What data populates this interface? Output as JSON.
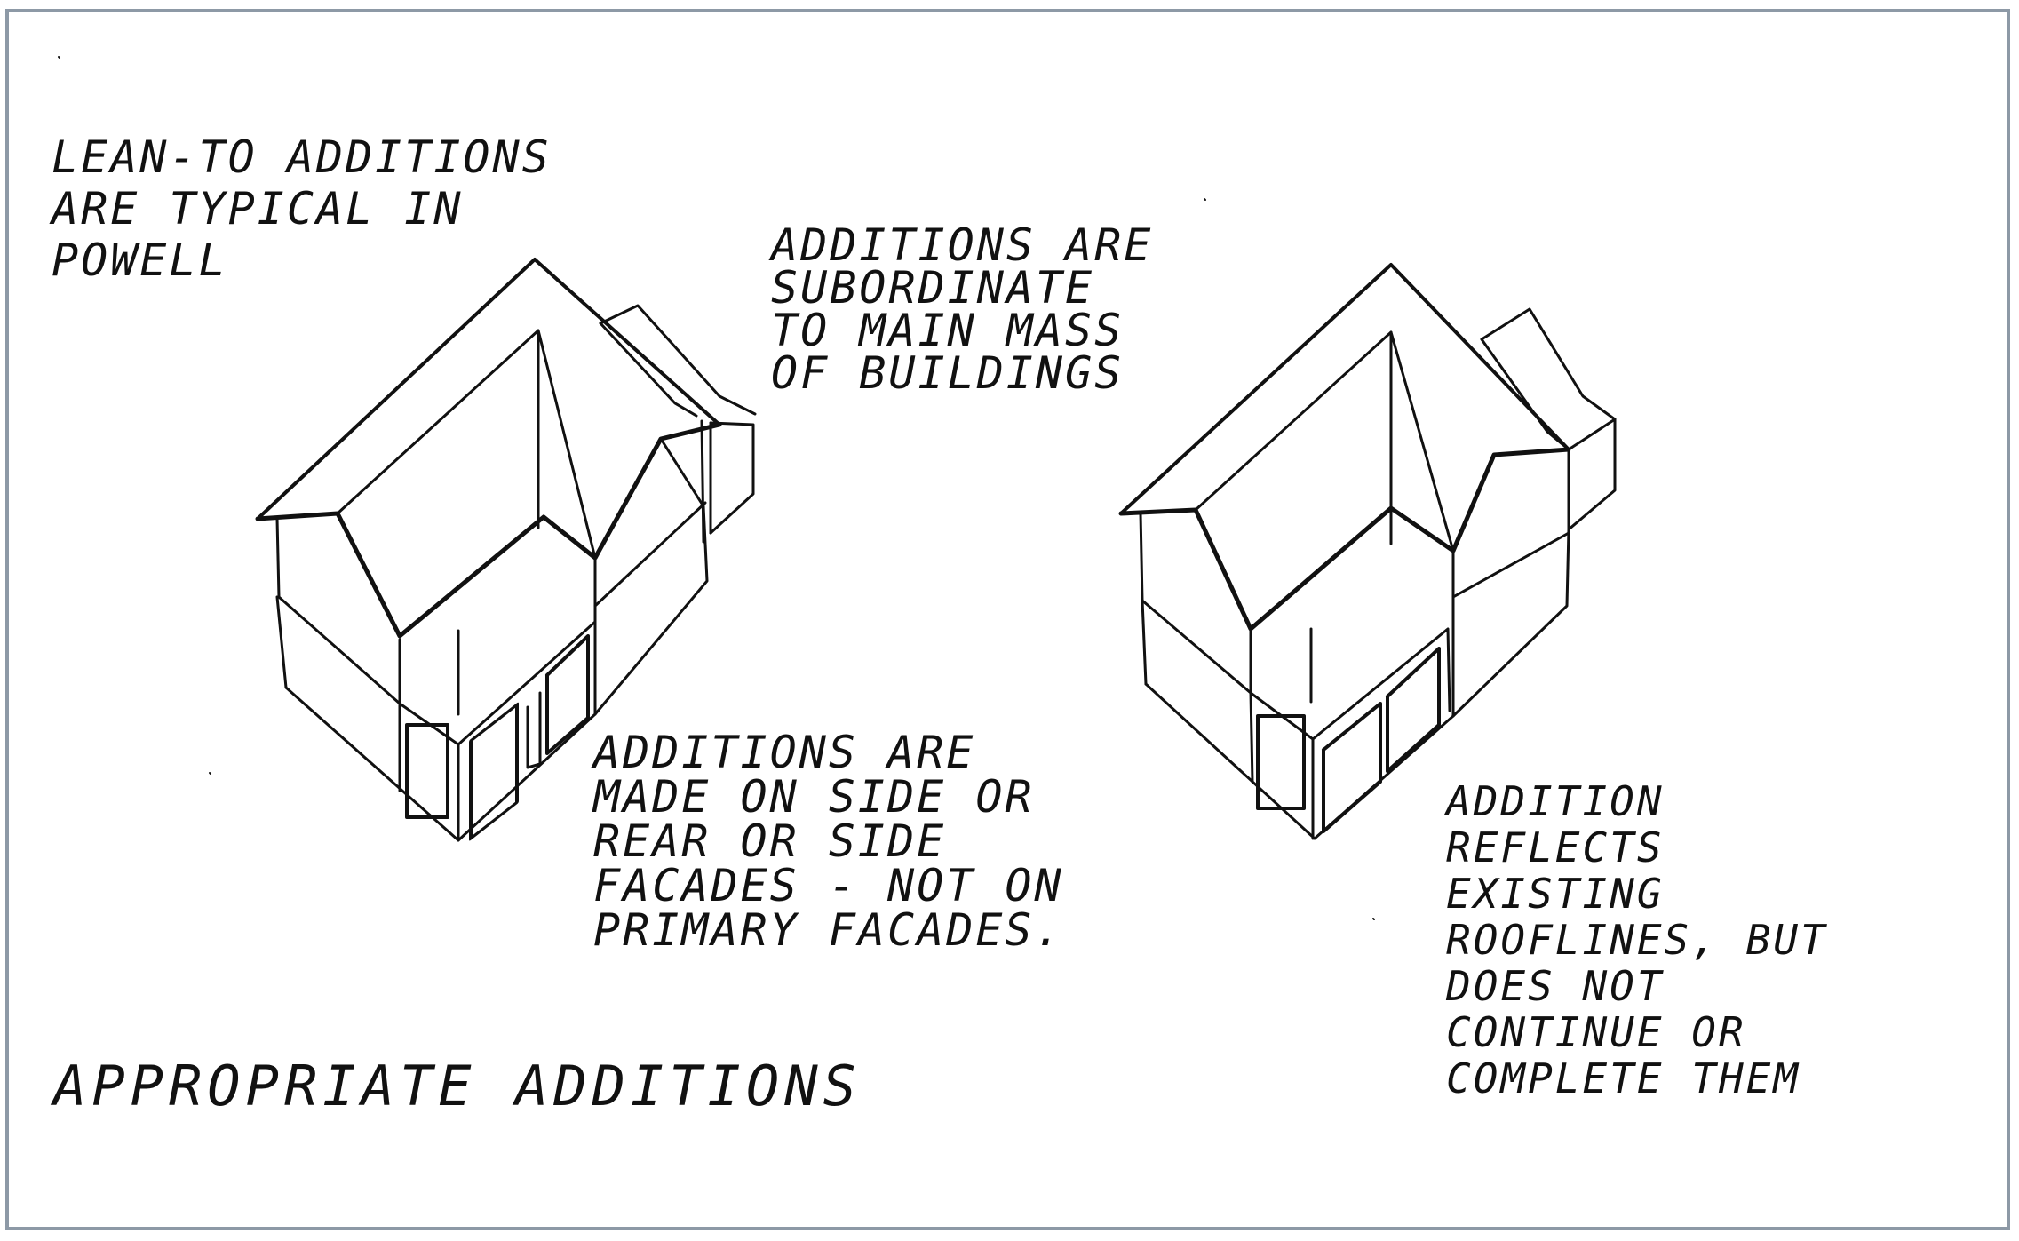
{
  "notes": {
    "lean_to": "LEAN-TO ADDITIONS\nARE TYPICAL IN\nPOWELL",
    "subordinate": "ADDITIONS ARE\nSUBORDINATE\nTO MAIN MASS\nOF BUILDINGS",
    "side_rear": "ADDITIONS ARE\nMADE ON SIDE OR\nREAR OR SIDE\nFACADES - NOT ON\nPRIMARY FACADES.",
    "rooflines": "ADDITION\nREFLECTS\nEXISTING\nROOFLINES, BUT\nDOES NOT\nCONTINUE OR\nCOMPLETE THEM"
  },
  "title": "APPROPRIATE ADDITIONS",
  "colors": {
    "ink": "#111111",
    "border": "#8d99a6",
    "paper": "#ffffff"
  }
}
